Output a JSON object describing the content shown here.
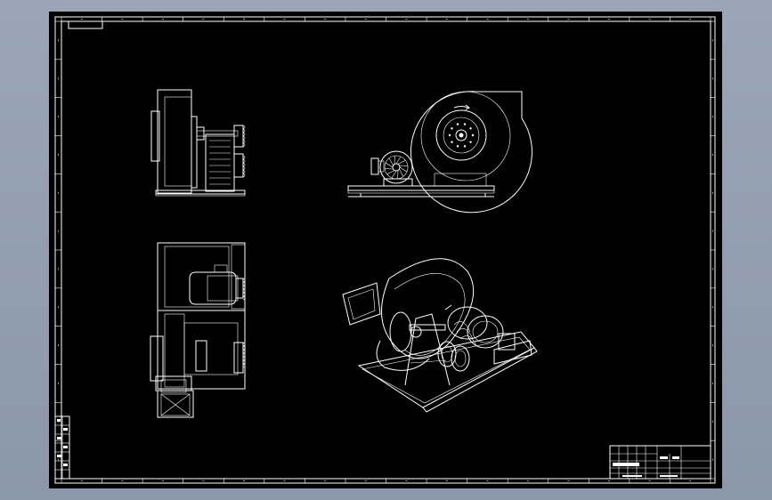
{
  "drawing": {
    "background_color": "#000000",
    "line_color": "#ffffff",
    "frame_color": "#8b97aa"
  },
  "views": [
    {
      "id": "side-view",
      "label": ""
    },
    {
      "id": "front-view",
      "label": ""
    },
    {
      "id": "top-view",
      "label": ""
    },
    {
      "id": "isometric-view",
      "label": ""
    }
  ]
}
